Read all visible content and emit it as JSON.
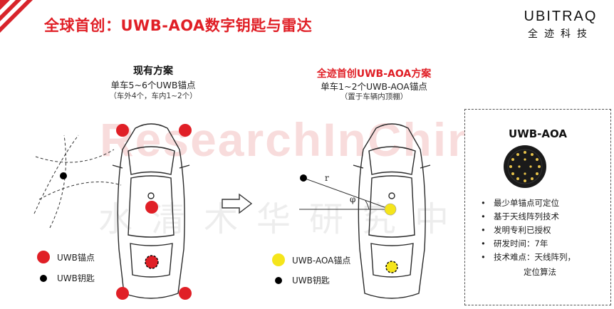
{
  "header": {
    "title": "全球首创：UWB-AOA数字钥匙与雷达",
    "brand_en": "UBITRAQ",
    "brand_cn": "全迹科技"
  },
  "left_panel": {
    "heading": "现有方案",
    "subtitle": "单车5~6个UWB锚点",
    "note": "（车外4个，车内1~2个）",
    "legend": [
      {
        "label": "UWB锚点",
        "color": "#e01f26"
      },
      {
        "label": "UWB钥匙",
        "color": "#000000"
      }
    ]
  },
  "right_panel": {
    "heading": "全迹首创UWB-AOA方案",
    "subtitle": "单车1~2个UWB-AOA锚点",
    "note": "（置于车辆内顶棚）",
    "label_r": "r",
    "label_phi": "φ",
    "legend": [
      {
        "label": "UWB-AOA锚点",
        "color": "#f5e51b"
      },
      {
        "label": "UWB钥匙",
        "color": "#000000"
      }
    ]
  },
  "uwb_box": {
    "title": "UWB-AOA",
    "bullets": [
      "最少单锚点可定位",
      "基于天线阵列技术",
      "发明专利已授权",
      "研发时间：7年",
      "技术难点：天线阵列，"
    ],
    "bullet_continuation": "定位算法"
  },
  "watermark": {
    "en": "ResearchInChina",
    "cn": "水清木华研究中心"
  },
  "colors": {
    "accent_red": "#e01f26",
    "anchor_yellow": "#f5e51b"
  }
}
